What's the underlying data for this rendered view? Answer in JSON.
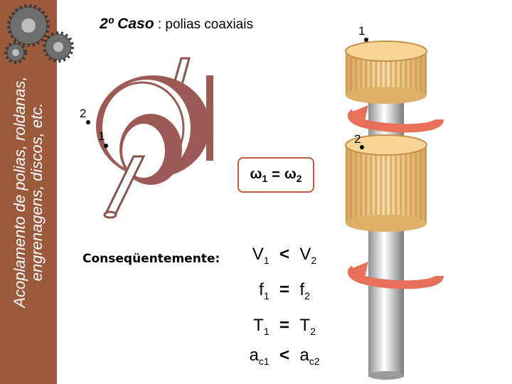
{
  "sidebar": {
    "line1": "Acoplamento de polias, roldanas,",
    "line2": "engrenagens, discos, etc."
  },
  "title": {
    "case": "2º Caso",
    "rest": ": polias coaxiais"
  },
  "pulley_labels": {
    "outer": "2",
    "inner": "1"
  },
  "gear_labels": {
    "top": "1",
    "bottom": "2"
  },
  "omega": {
    "left": "ω",
    "left_sub": "1",
    "op": "=",
    "right": "ω",
    "right_sub": "2"
  },
  "consequently": "Conseqüentemente:",
  "relations": [
    {
      "a": "V",
      "a_sub": "1",
      "op": "<",
      "b": "V",
      "b_sub": "2"
    },
    {
      "a": "f",
      "a_sub": "1",
      "op": "=",
      "b": "f",
      "b_sub": "2"
    },
    {
      "a": "T",
      "a_sub": "1",
      "op": "=",
      "b": "T",
      "b_sub": "2"
    },
    {
      "a": "a",
      "a_sub": "c1",
      "op": "<",
      "b": "a",
      "b_sub": "c2"
    }
  ],
  "colors": {
    "sidebar": "#9c5a3c",
    "pulley": "#9c5a56",
    "gear": "#f0c978",
    "arrow": "#e8705a",
    "axle": "#d9d9d9"
  }
}
